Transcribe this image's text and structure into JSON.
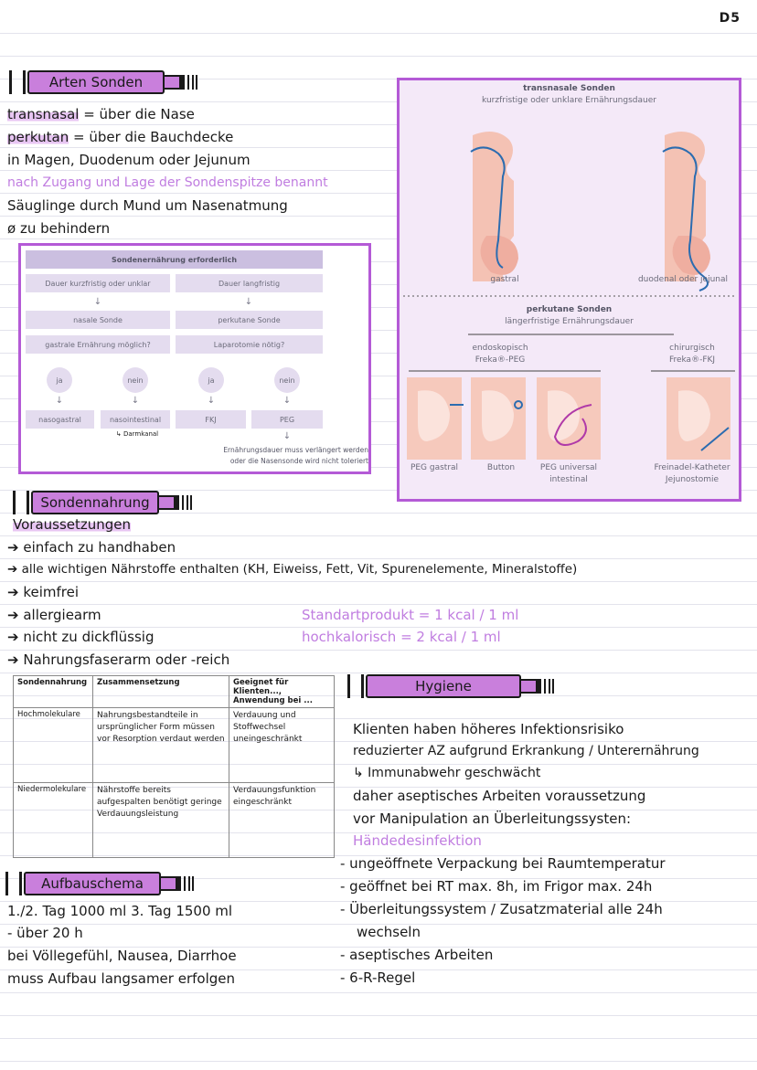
{
  "page_number": "D5",
  "arten": {
    "title": "Arten Sonden",
    "lines": [
      {
        "term": "transnasal",
        "rest": " = über die Nase"
      },
      {
        "term": "perkutan",
        "rest": " = über die Bauchdecke"
      }
    ],
    "line3": "in Magen, Duodenum oder Jejunum",
    "line4": "nach Zugang und Lage der Sondenspitze benannt",
    "line5": "Säuglinge durch Mund um Nasenatmung",
    "line6": "ø zu behindern"
  },
  "flowchart": {
    "title": "Sondenernährung erforderlich",
    "left_top": "Dauer kurzfristig oder unklar",
    "right_top": "Dauer langfristig",
    "left_mid": "nasale Sonde",
    "right_mid": "perkutane Sonde",
    "left_q": "gastrale Ernährung möglich?",
    "right_q": "Laparotomie nötig?",
    "ja1": "ja",
    "nein1": "nein",
    "ja2": "ja",
    "nein2": "nein",
    "out1": "nasogastral",
    "out2": "nasointestinal",
    "out3": "FKJ",
    "out4": "PEG",
    "handnote": "↳ Darmkanal",
    "footnote1": "Ernährungsdauer muss verlängert werden",
    "footnote2": "oder die Nasensonde wird nicht toleriert"
  },
  "sondfig": {
    "t1": "transnasale Sonden",
    "t1sub": "kurzfristige oder unklare Ernährungsdauer",
    "cap_gastral": "gastral",
    "cap_duodenal": "duodenal oder jejunal",
    "t2": "perkutane Sonden",
    "t2sub": "längerfristige Ernährungsdauer",
    "endo": "endoskopisch",
    "endo2": "Freka®-PEG",
    "chir": "chirurgisch",
    "chir2": "Freka®-FKJ",
    "c1": "PEG gastral",
    "c2": "Button",
    "c3a": "PEG universal",
    "c3b": "intestinal",
    "c4a": "Freinadel-Katheter",
    "c4b": "Jejunostomie"
  },
  "nahrung": {
    "title": "Sondennahrung",
    "subtitle": "Voraussetzungen",
    "items": [
      "einfach zu handhaben",
      "alle wichtigen Nährstoffe enthalten (KH, Eiweiss, Fett, Vit, Spurenelemente, Mineralstoffe)",
      "keimfrei",
      "allergiearm",
      "nicht zu dickflüssig",
      "Nahrungsfaserarm oder -reich"
    ],
    "kcal1": "Standartprodukt = 1 kcal / 1 ml",
    "kcal2": "hochkalorisch = 2 kcal / 1 ml"
  },
  "table": {
    "headers": [
      "Sondennahrung",
      "Zusammensetzung",
      "Geeignet für Klienten..., Anwendung bei ..."
    ],
    "r1c1": "Hochmolekulare",
    "r1c2": "Nahrungsbestandteile in ursprünglicher Form müssen vor Resorption verdaut werden",
    "r1c3": "Verdauung und Stoffwechsel uneingeschränkt",
    "r2c1": "Niedermolekulare",
    "r2c2": "Nährstoffe bereits aufgespalten benötigt geringe Verdauungsleistung",
    "r2c3": "Verdauungsfunktion eingeschränkt"
  },
  "aufbau": {
    "title": "Aufbauschema",
    "lines": [
      "1./2. Tag 1000 ml   3. Tag 1500 ml",
      "- über 20 h",
      "bei Völlegefühl, Nausea, Diarrhoe",
      "muss Aufbau langsamer erfolgen"
    ]
  },
  "hygiene": {
    "title": "Hygiene",
    "l1": "Klienten haben höheres Infektionsrisiko",
    "l2": "reduzierter AZ aufgrund Erkrankung / Unterernährung",
    "l3": "↳ Immunabwehr geschwächt",
    "l4": "daher aseptisches Arbeiten voraussetzung",
    "l5": "vor Manipulation an Überleitungssysten:",
    "l6": "Händedesinfektion",
    "l7": "- ungeöffnete Verpackung bei Raumtemperatur",
    "l8": "- geöffnet bei RT max. 8h, im Frigor max. 24h",
    "l9": "- Überleitungssystem / Zusatzmaterial alle 24h",
    "l10": "wechseln",
    "l11": "- aseptisches Arbeiten",
    "l12": "- 6-R-Regel"
  },
  "colors": {
    "accent": "#c97fdc",
    "frame": "#b45ad6",
    "highlight": "#e8c6f3",
    "lilac_text": "#c07de0"
  }
}
